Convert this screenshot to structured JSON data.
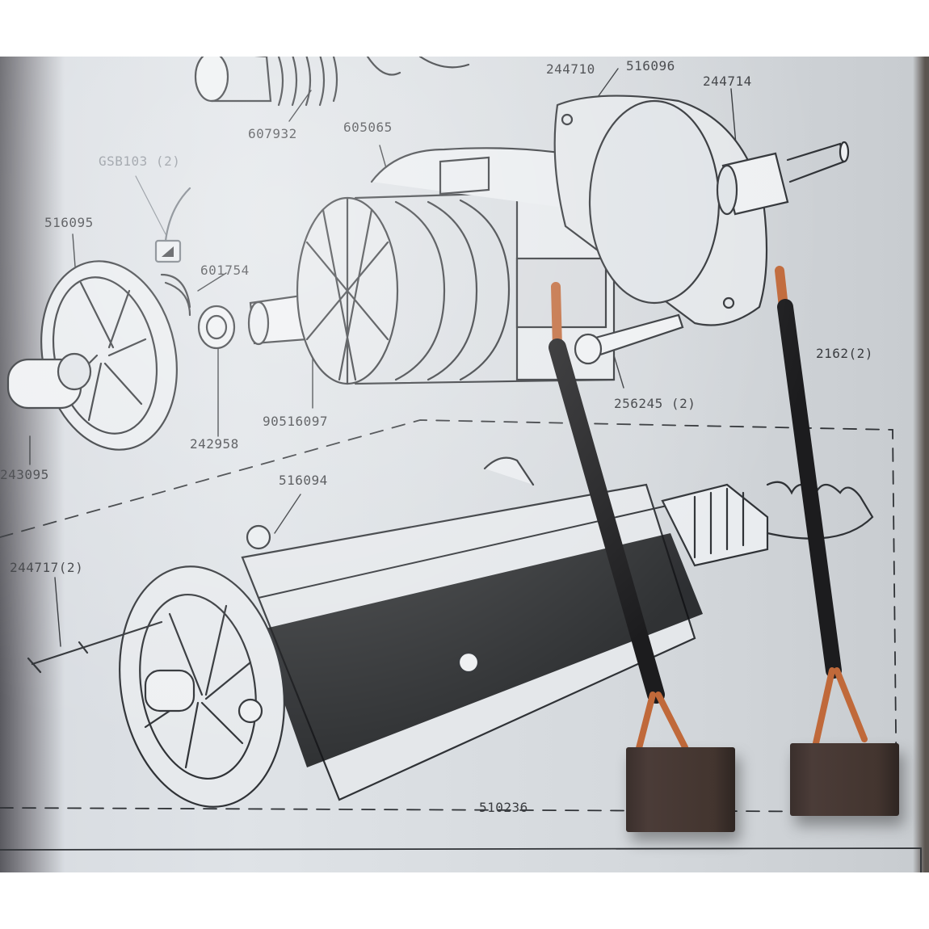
{
  "scene": {
    "description": "Photo of an exploded parts diagram of a starter motor with two replacement carbon brushes laid on top",
    "colors": {
      "paper": "#dfe3e7",
      "ink": "#3a3c40",
      "cable": "#1c1c1e",
      "copper": "#c0693a",
      "carbon": "#43352f"
    }
  },
  "diagram": {
    "part_labels": [
      {
        "id": "607932",
        "text": "607932"
      },
      {
        "id": "605065",
        "text": "605065"
      },
      {
        "id": "244710",
        "text": "244710"
      },
      {
        "id": "516096",
        "text": "516096"
      },
      {
        "id": "244714",
        "text": "244714"
      },
      {
        "id": "GSB103",
        "text": "GSB103 (2)"
      },
      {
        "id": "516095",
        "text": "516095"
      },
      {
        "id": "601754",
        "text": "601754"
      },
      {
        "id": "242958",
        "text": "242958"
      },
      {
        "id": "90516097",
        "text": "90516097"
      },
      {
        "id": "243095",
        "text": "243095"
      },
      {
        "id": "256245",
        "text": "256245 (2)"
      },
      {
        "id": "2162",
        "text": "2162(2)"
      },
      {
        "id": "516094",
        "text": "516094"
      },
      {
        "id": "244717",
        "text": "244717(2)"
      },
      {
        "id": "510236",
        "text": "510236"
      }
    ]
  },
  "objects": {
    "brushes": [
      {
        "name": "carbon brush left",
        "cable": "black insulated",
        "lead": "braided copper"
      },
      {
        "name": "carbon brush right",
        "cable": "black insulated",
        "lead": "braided copper"
      }
    ]
  }
}
